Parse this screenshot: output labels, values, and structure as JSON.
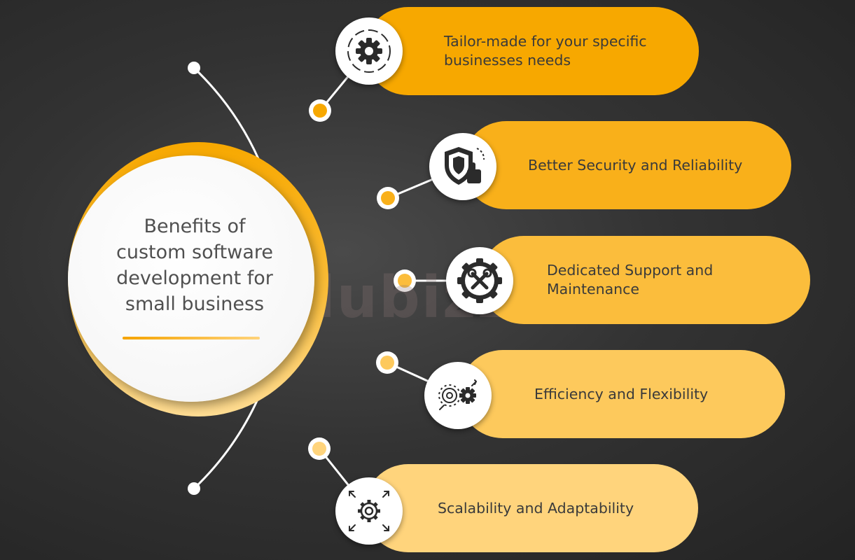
{
  "center": {
    "title_lines": [
      "Benefits of",
      "custom software",
      "development for",
      "small business"
    ]
  },
  "watermark": "dubizzle",
  "colors": {
    "background": "#2b2b2b",
    "accent": "#f7a800",
    "pill_1": "#f7a800",
    "pill_2": "#f9b01a",
    "pill_3": "#fbbd3c",
    "pill_4": "#fdc95c",
    "pill_5": "#ffd47c"
  },
  "benefits": [
    {
      "label_lines": [
        "Tailor-made for your specific",
        "businesses needs"
      ],
      "icon": "gear-icon"
    },
    {
      "label_lines": [
        "Better Security and Reliability"
      ],
      "icon": "shield-thumbs-up-icon"
    },
    {
      "label_lines": [
        "Dedicated Support and",
        "Maintenance"
      ],
      "icon": "tools-gear-icon"
    },
    {
      "label_lines": [
        "Efficiency and Flexibility"
      ],
      "icon": "gears-arrows-icon"
    },
    {
      "label_lines": [
        "Scalability and Adaptability"
      ],
      "icon": "scalable-gear-icon"
    }
  ]
}
